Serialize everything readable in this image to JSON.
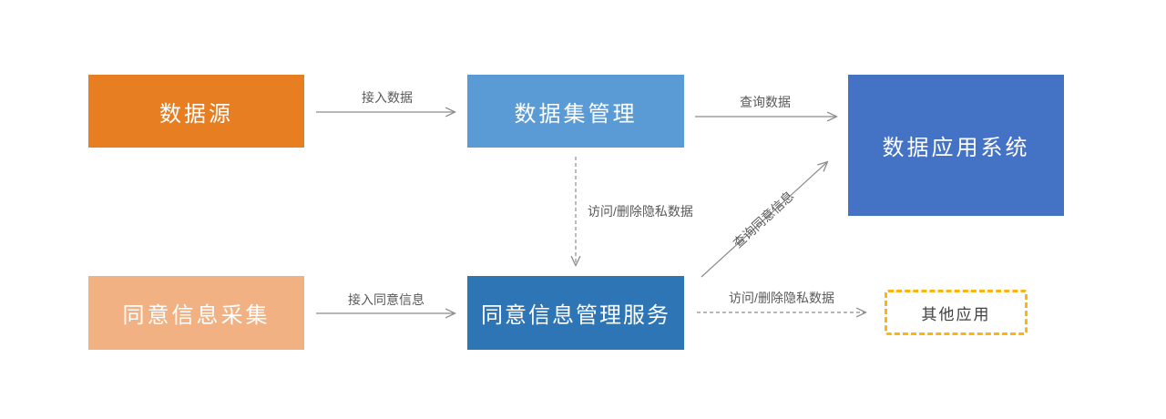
{
  "diagram": {
    "type": "flowchart",
    "nodes": {
      "data_source": {
        "label": "数据源",
        "fill": "#E87E22",
        "text_color": "#FFFFFF"
      },
      "dataset_mgmt": {
        "label": "数据集管理",
        "fill": "#5B9BD5",
        "text_color": "#FFFFFF"
      },
      "data_app_system": {
        "label": "数据应用系统",
        "fill": "#4472C4",
        "text_color": "#FFFFFF"
      },
      "consent_collection": {
        "label": "同意信息采集",
        "fill": "#F2B183",
        "text_color": "#FFFFFF"
      },
      "consent_mgmt_service": {
        "label": "同意信息管理服务",
        "fill": "#2E75B6",
        "text_color": "#FFFFFF"
      },
      "other_apps": {
        "label": "其他应用",
        "fill": "#FFFFFF",
        "border_color": "#FFB30E",
        "border_style": "dashed",
        "text_color": "#404040"
      }
    },
    "edges": {
      "access_data": {
        "label": "接入数据",
        "from": "data_source",
        "to": "dataset_mgmt",
        "style": "solid"
      },
      "query_data": {
        "label": "查询数据",
        "from": "dataset_mgmt",
        "to": "data_app_system",
        "style": "solid"
      },
      "access_delete_private_v": {
        "label": "访问/删除隐私数据",
        "from": "dataset_mgmt",
        "to": "consent_mgmt_service",
        "style": "dashed"
      },
      "access_consent_info": {
        "label": "接入同意信息",
        "from": "consent_collection",
        "to": "consent_mgmt_service",
        "style": "solid"
      },
      "query_consent_info": {
        "label": "查询同意信息",
        "from": "consent_mgmt_service",
        "to": "data_app_system",
        "style": "solid"
      },
      "access_delete_private_h": {
        "label": "访问/删除隐私数据",
        "from": "consent_mgmt_service",
        "to": "other_apps",
        "style": "dashed"
      }
    },
    "colors": {
      "arrow_gray": "#8C8C8C",
      "label_gray": "#595959",
      "background": "#FFFFFF"
    }
  }
}
